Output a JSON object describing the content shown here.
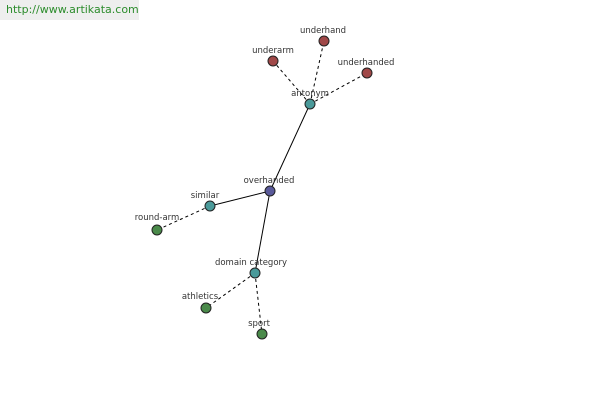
{
  "watermark": "http://www.artikata.com",
  "colors": {
    "center": "#5a5a9a",
    "relation": "#4a9a9a",
    "antonym_leaf": "#a04848",
    "other_leaf": "#4a8a4a",
    "watermark_text": "#2c8c2c",
    "watermark_bg": "#eeeeee"
  },
  "graph": {
    "nodes": [
      {
        "id": "overhanded",
        "label": "overhanded",
        "kind": "center"
      },
      {
        "id": "antonym",
        "label": "antonym",
        "kind": "relation"
      },
      {
        "id": "similar",
        "label": "similar",
        "kind": "relation"
      },
      {
        "id": "domain_category",
        "label": "domain category",
        "kind": "relation"
      },
      {
        "id": "underhand",
        "label": "underhand",
        "kind": "antonym_leaf"
      },
      {
        "id": "underarm",
        "label": "underarm",
        "kind": "antonym_leaf"
      },
      {
        "id": "underhanded",
        "label": "underhanded",
        "kind": "antonym_leaf"
      },
      {
        "id": "round_arm",
        "label": "round-arm",
        "kind": "other_leaf"
      },
      {
        "id": "athletics",
        "label": "athletics",
        "kind": "other_leaf"
      },
      {
        "id": "sport",
        "label": "sport",
        "kind": "other_leaf"
      }
    ],
    "edges": [
      {
        "from": "overhanded",
        "to": "antonym",
        "style": "solid"
      },
      {
        "from": "overhanded",
        "to": "similar",
        "style": "solid"
      },
      {
        "from": "overhanded",
        "to": "domain_category",
        "style": "solid"
      },
      {
        "from": "antonym",
        "to": "underhand",
        "style": "dashed"
      },
      {
        "from": "antonym",
        "to": "underarm",
        "style": "dashed"
      },
      {
        "from": "antonym",
        "to": "underhanded",
        "style": "dashed"
      },
      {
        "from": "similar",
        "to": "round_arm",
        "style": "dashed"
      },
      {
        "from": "domain_category",
        "to": "athletics",
        "style": "dashed"
      },
      {
        "from": "domain_category",
        "to": "sport",
        "style": "dashed"
      }
    ]
  }
}
